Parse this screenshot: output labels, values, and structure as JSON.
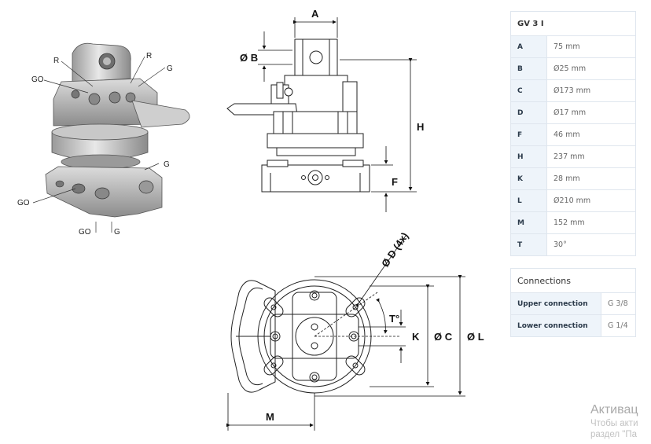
{
  "labels": {
    "iso": {
      "R_left": "R",
      "R_right": "R",
      "GO_upper": "GO",
      "G_upper": "G",
      "G_lower": "G",
      "GO_lower": "GO",
      "GO_bottom": "GO",
      "G_bottom": "G"
    },
    "side": {
      "A": "A",
      "B": "Ø B",
      "H": "H",
      "F": "F"
    },
    "top": {
      "D": "Ø D (4x)",
      "T": "T°",
      "K": "K",
      "C": "Ø C",
      "L": "Ø L",
      "M": "M"
    }
  },
  "spec": {
    "title": "GV 3 I",
    "rows": [
      {
        "key": "A",
        "value": "75 mm"
      },
      {
        "key": "B",
        "value": "Ø25 mm"
      },
      {
        "key": "C",
        "value": "Ø173 mm"
      },
      {
        "key": "D",
        "value": "Ø17 mm"
      },
      {
        "key": "F",
        "value": "46 mm"
      },
      {
        "key": "H",
        "value": "237 mm"
      },
      {
        "key": "K",
        "value": "28 mm"
      },
      {
        "key": "L",
        "value": "Ø210 mm"
      },
      {
        "key": "M",
        "value": "152 mm"
      },
      {
        "key": "T",
        "value": "30°"
      }
    ]
  },
  "connections": {
    "title": "Connections",
    "rows": [
      {
        "key": "Upper connection",
        "value": "G 3/8"
      },
      {
        "key": "Lower connection",
        "value": "G 1/4"
      }
    ]
  },
  "watermark": {
    "title": "Активац",
    "line1": "Чтобы акти",
    "line2": "раздел \"Па"
  }
}
